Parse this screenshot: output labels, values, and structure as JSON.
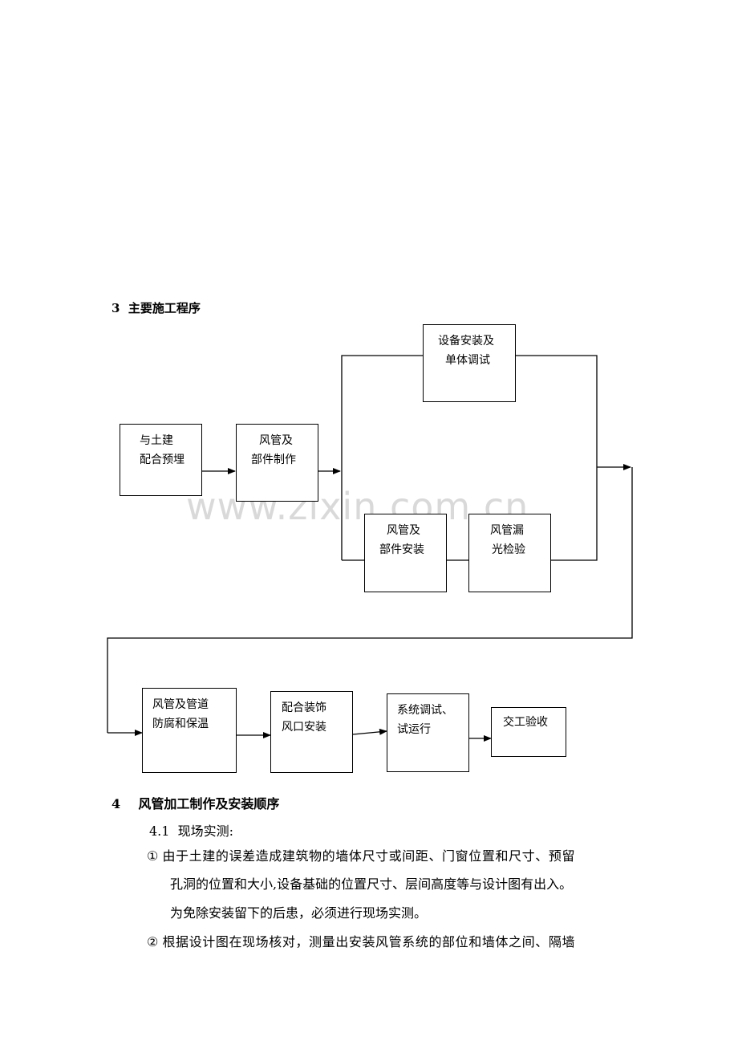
{
  "watermark": "www.zixin.com.cn",
  "section3": {
    "number": "3",
    "title": "主要施工程序"
  },
  "flowchart": {
    "nodes": {
      "tujian": [
        "与土建",
        "配合预埋"
      ],
      "fengguan_zhizuo": [
        "风管及",
        "部件制作"
      ],
      "shebei": [
        "设备安装及",
        "单体调试"
      ],
      "fengguan_anzhuang": [
        "风管及",
        "部件安装"
      ],
      "louguang": [
        "风管漏",
        "光检验"
      ],
      "fangfu": [
        "风管及管道",
        "防腐和保温"
      ],
      "zhuangshi": [
        "配合装饰",
        "风口安装"
      ],
      "tiaoshi": [
        "系统调试、",
        "试运行"
      ],
      "yanshou": [
        "交工验收"
      ]
    }
  },
  "section4": {
    "number": "4",
    "title": "风管加工制作及安装顺序",
    "sub_number": "4.1",
    "sub_title": "现场实测:",
    "items": [
      {
        "marker": "①",
        "lines": [
          "由于土建的误差造成建筑物的墙体尺寸或间距、门窗位置和尺寸、预留",
          "孔洞的位置和大小,设备基础的位置尺寸、层间高度等与设计图有出入。",
          "为免除安装留下的后患，必须进行现场实测。"
        ]
      },
      {
        "marker": "②",
        "lines": [
          "根据设计图在现场核对，测量出安装风管系统的部位和墙体之间、隔墙"
        ]
      }
    ]
  }
}
